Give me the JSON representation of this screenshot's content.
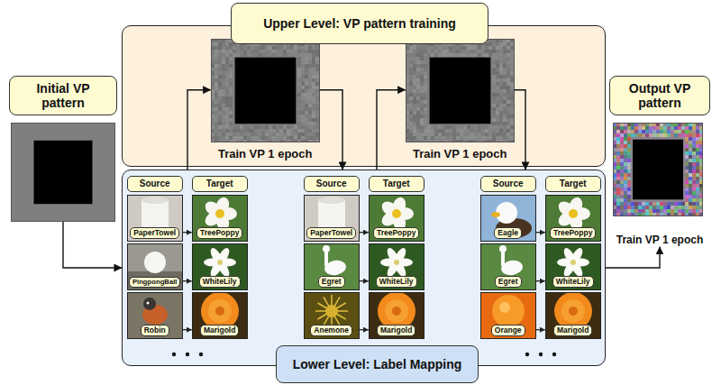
{
  "diagram": {
    "nodes": [
      {
        "text": [
          "Initial VP pattern"
        ]
      },
      {
        "text": [
          "Upper Level: VP pattern training"
        ]
      },
      {
        "text": [
          "Train VP 1 epoch"
        ],
        "in": 1
      },
      {
        "text": [
          "Train VP 1 epoch"
        ],
        "in": 1
      },
      {
        "text": [
          "Lower Level: Label Mapping"
        ]
      },
      {
        "text": [
          "Source"
        ],
        "in": 4
      },
      {
        "text": [
          "Target"
        ],
        "in": 4
      },
      {
        "text": [
          "PaperTowel"
        ],
        "in": 4
      },
      {
        "text": [
          "TreePoppy"
        ],
        "in": 4
      },
      {
        "text": [
          "PingpongBall"
        ],
        "in": 4
      },
      {
        "text": [
          "WhiteLily"
        ],
        "in": 4
      },
      {
        "text": [
          "Robin"
        ],
        "in": 4
      },
      {
        "text": [
          "Marigold"
        ],
        "in": 4
      },
      {
        "text": [
          "Source"
        ],
        "in": 4
      },
      {
        "text": [
          "Target"
        ],
        "in": 4
      },
      {
        "text": [
          "PaperTowel"
        ],
        "in": 4
      },
      {
        "text": [
          "TreePoppy"
        ],
        "in": 4
      },
      {
        "text": [
          "Egret"
        ],
        "in": 4
      },
      {
        "text": [
          "WhiteLily"
        ],
        "in": 4
      },
      {
        "text": [
          "Anemone"
        ],
        "in": 4
      },
      {
        "text": [
          "Marigold"
        ],
        "in": 4
      },
      {
        "text": [
          "Source"
        ],
        "in": 4
      },
      {
        "text": [
          "Target"
        ],
        "in": 4
      },
      {
        "text": [
          "Eagle"
        ],
        "in": 4
      },
      {
        "text": [
          "TreePoppy"
        ],
        "in": 4
      },
      {
        "text": [
          "Egret"
        ],
        "in": 4
      },
      {
        "text": [
          "WhiteLily"
        ],
        "in": 4
      },
      {
        "text": [
          "Orange"
        ],
        "in": 4
      },
      {
        "text": [
          "Marigold"
        ],
        "in": 4
      },
      {
        "text": [
          "Output VP pattern",
          "Train VP 1 epoch"
        ]
      }
    ],
    "edges": [
      {
        "from": 0,
        "to": 4,
        "arrow": "to"
      },
      {
        "from": 4,
        "to": 2,
        "arrow": "to"
      },
      {
        "from": 2,
        "to": 4,
        "arrow": "to"
      },
      {
        "from": 4,
        "to": 3,
        "arrow": "to"
      },
      {
        "from": 3,
        "to": 4,
        "arrow": "to"
      },
      {
        "from": 4,
        "to": 29,
        "arrow": "to"
      },
      {
        "from": 7,
        "to": 8,
        "arrow": "to"
      },
      {
        "from": 9,
        "to": 10,
        "arrow": "to"
      },
      {
        "from": 11,
        "to": 12,
        "arrow": "to"
      },
      {
        "from": 15,
        "to": 16,
        "arrow": "to"
      },
      {
        "from": 17,
        "to": 18,
        "arrow": "to"
      },
      {
        "from": 19,
        "to": 20,
        "arrow": "to"
      },
      {
        "from": 23,
        "to": 24,
        "arrow": "to"
      },
      {
        "from": 25,
        "to": 26,
        "arrow": "to"
      },
      {
        "from": 27,
        "to": 28,
        "arrow": "to"
      }
    ]
  }
}
